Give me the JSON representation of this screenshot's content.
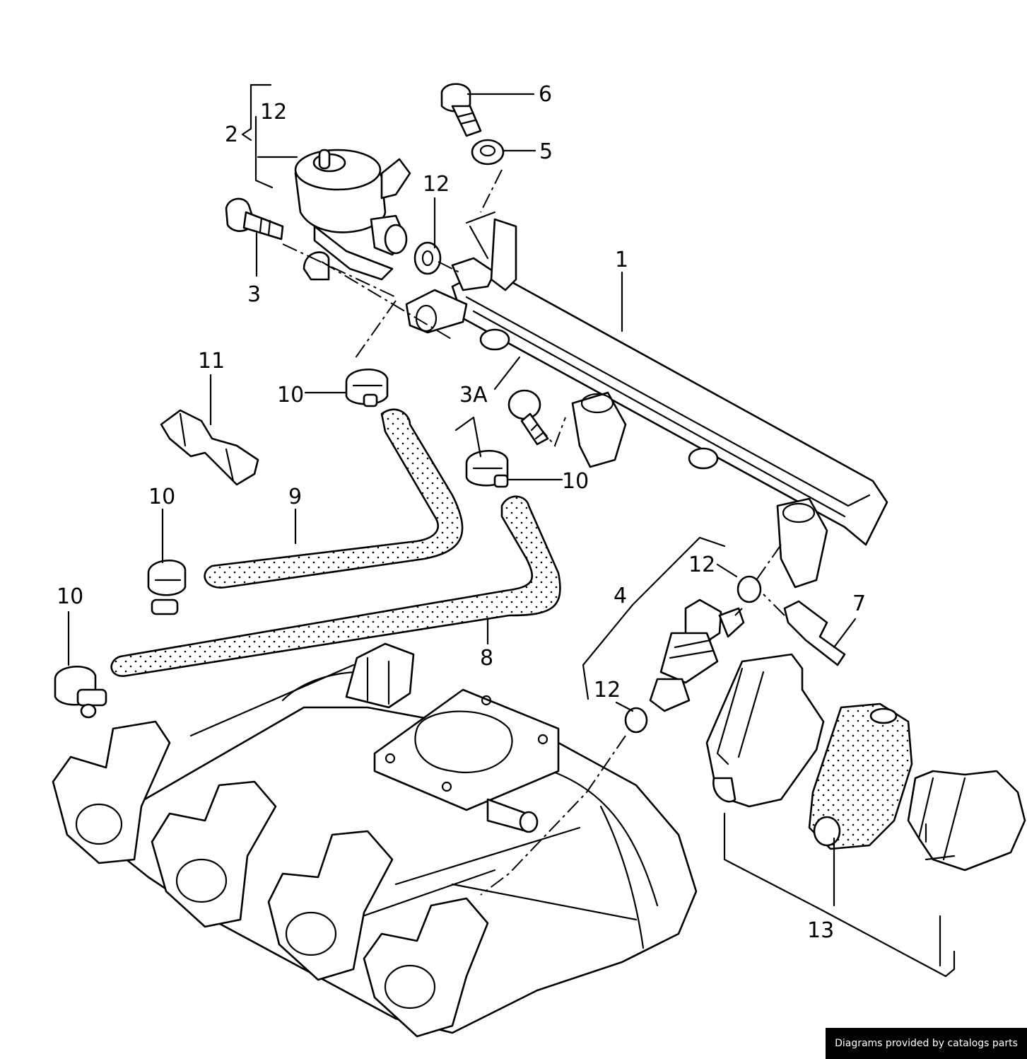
{
  "callouts": {
    "c1": "1",
    "c2": "2",
    "c3": "3",
    "c3a": "3A",
    "c4": "4",
    "c5": "5",
    "c6": "6",
    "c7": "7",
    "c8": "8",
    "c9": "9",
    "c10a": "10",
    "c10b": "10",
    "c10c": "10",
    "c10d": "10",
    "c11": "11",
    "c12a": "12",
    "c12b": "12",
    "c12c": "12",
    "c12d": "12",
    "c13": "13"
  },
  "credit": "Diagrams provided by catalogs parts"
}
